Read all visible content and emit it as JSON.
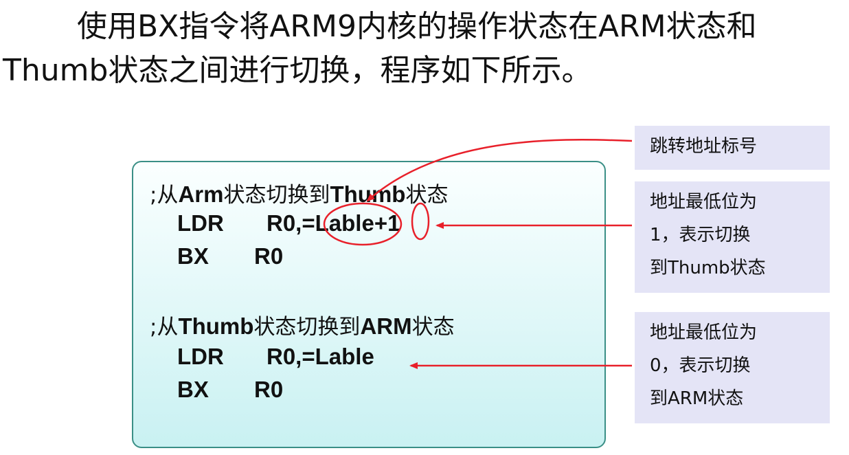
{
  "heading": {
    "line1": "使用BX指令将ARM9内核的操作状态在ARM状态和",
    "line2": "Thumb状态之间进行切换，程序如下所示。"
  },
  "code": {
    "block1": {
      "comment_prefix": ";从",
      "comment_b1": "Arm",
      "comment_c1": "状态切换到",
      "comment_b2": "Thumb",
      "comment_c2": "状态",
      "ldr_op": "LDR",
      "ldr_arg": "R0,=Lable+1",
      "bx_op": "BX",
      "bx_arg": "R0"
    },
    "block2": {
      "comment_prefix": ";从",
      "comment_b1": "Thumb",
      "comment_c1": "状态切换到",
      "comment_b2": "ARM",
      "comment_c2": "状态",
      "ldr_op": "LDR",
      "ldr_arg": "R0,=Lable",
      "bx_op": "BX",
      "bx_arg": "R0"
    }
  },
  "notes": {
    "jump_label": [
      "跳转地址标号"
    ],
    "lsb_one": [
      "地址最低位为",
      "1，表示切换",
      "到Thumb状态"
    ],
    "lsb_zero": [
      "地址最低位为",
      "0，表示切换",
      "到ARM状态"
    ]
  },
  "colors": {
    "annotation": "#e8202a",
    "box_border": "#3a8f86",
    "box_fill": "#c9f1f2",
    "note_fill": "#e4e4f6"
  }
}
